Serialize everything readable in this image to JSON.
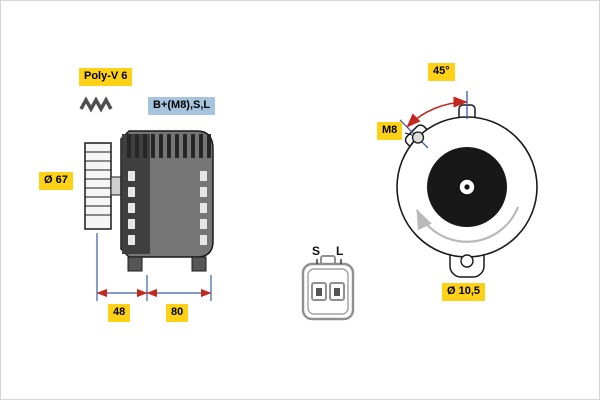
{
  "labels": {
    "poly_v": "Poly-V 6",
    "terminals": "B+(M8),S,L",
    "pulley_diameter": "Ø 67",
    "dim_48": "48",
    "dim_80": "80",
    "angle": "45°",
    "bolt": "M8",
    "hole_diameter": "Ø 10,5",
    "connector_s": "S",
    "connector_l": "L"
  },
  "colors": {
    "label_yellow": "#fcd116",
    "label_blue": "#a7c4de",
    "dimension_blue": "#3a5fa8",
    "arrow_red": "#c2281e",
    "body_gray": "#757575"
  }
}
